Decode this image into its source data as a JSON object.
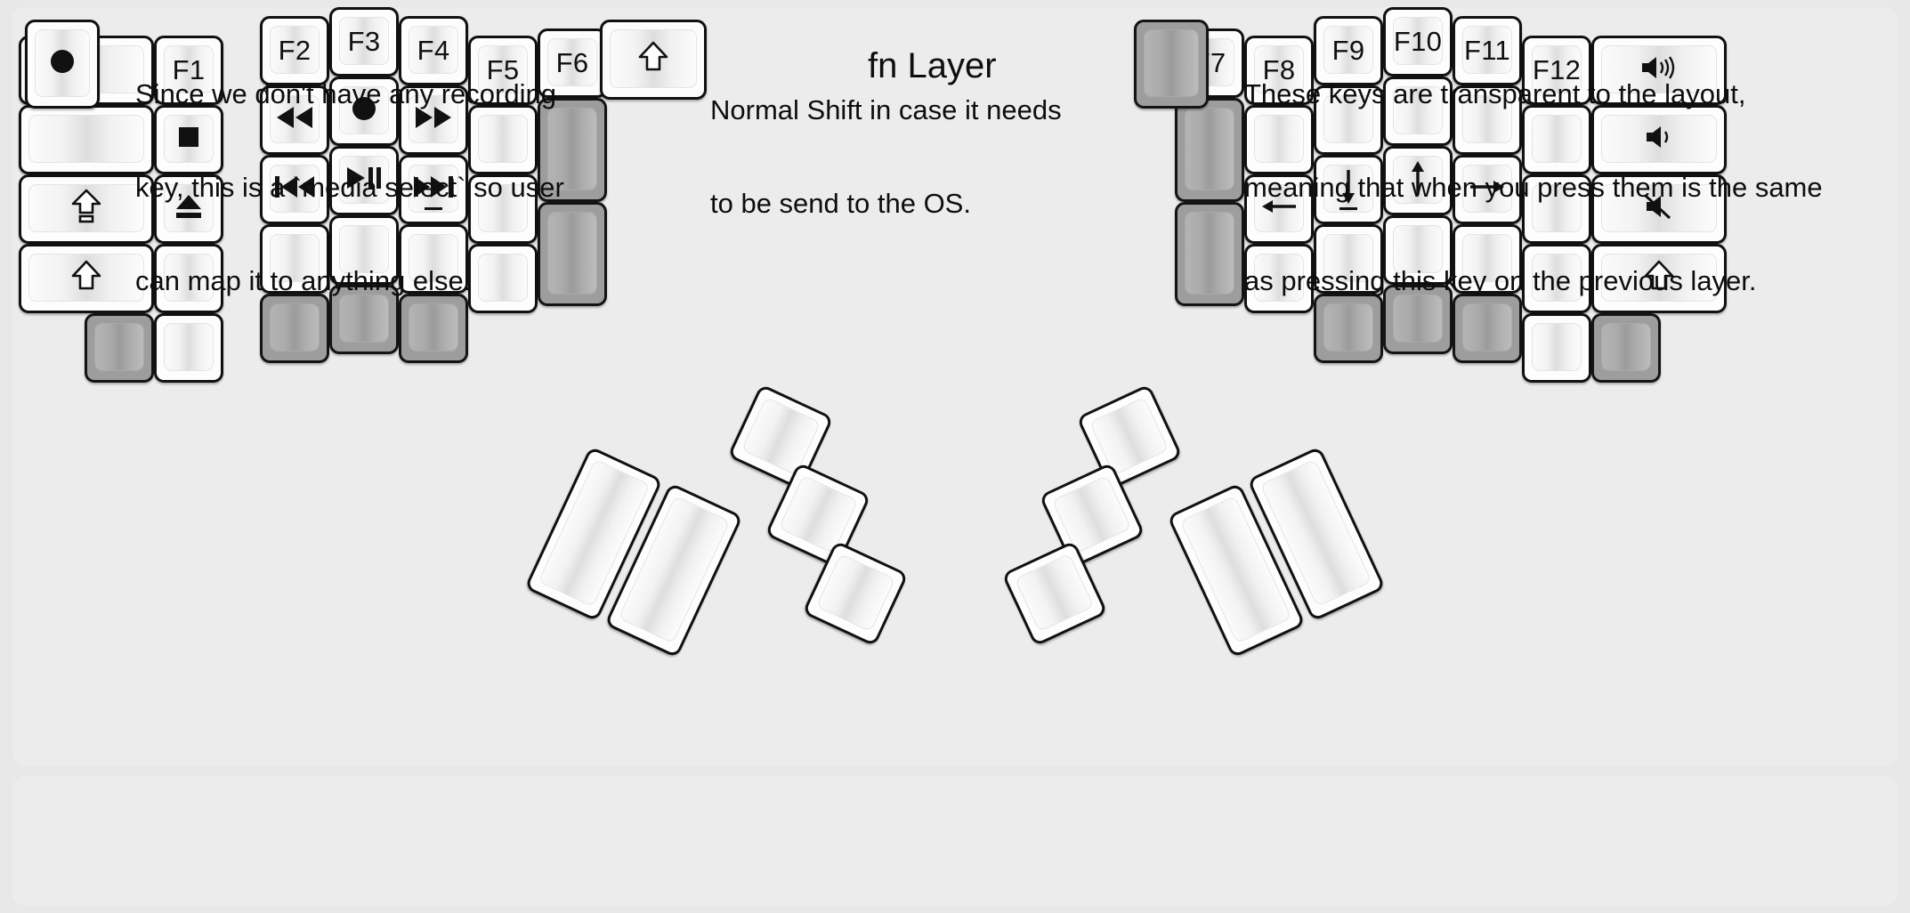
{
  "title": "fn Layer",
  "colors": {
    "page_background": "#e8e8e8",
    "panel_background": "#ececec",
    "key_face": "#fdfdfd",
    "key_border": "#111111",
    "transparent_key": "#9d9d9d",
    "label_text": "#111111"
  },
  "icons": {
    "stop": "stop-icon",
    "eject": "eject-icon",
    "caps_shift": "caps-lock-shift-icon",
    "shift": "shift-icon",
    "rewind": "rewind-icon",
    "record": "record-icon",
    "fast_forward": "fast-forward-icon",
    "prev_track": "previous-track-icon",
    "play_pause": "play-pause-icon",
    "next_track": "next-track-icon",
    "arrow_left": "arrow-left-icon",
    "arrow_down": "arrow-down-icon",
    "arrow_up": "arrow-up-icon",
    "arrow_right": "arrow-right-icon",
    "volume_up": "volume-up-icon",
    "volume_down": "volume-down-icon",
    "volume_mute": "volume-mute-icon"
  },
  "left_half": {
    "columns": [
      {
        "name": "pinky-outer",
        "keys": [
          {
            "label": "",
            "icon": "",
            "transparent": false
          },
          {
            "label": "",
            "icon": "",
            "transparent": false
          },
          {
            "label": "",
            "icon": "caps-lock-shift-icon",
            "transparent": false
          },
          {
            "label": "",
            "icon": "shift-icon",
            "transparent": false
          },
          {
            "label": "",
            "icon": "",
            "transparent": true
          }
        ]
      },
      {
        "name": "pinky",
        "keys": [
          {
            "label": "F1",
            "icon": "",
            "transparent": false
          },
          {
            "label": "",
            "icon": "stop-icon",
            "transparent": false
          },
          {
            "label": "",
            "icon": "eject-icon",
            "transparent": false
          },
          {
            "label": "",
            "icon": "",
            "transparent": false
          },
          {
            "label": "",
            "icon": "",
            "transparent": false
          }
        ]
      },
      {
        "name": "ring",
        "keys": [
          {
            "label": "F2",
            "icon": "",
            "transparent": false
          },
          {
            "label": "",
            "icon": "rewind-icon",
            "transparent": false
          },
          {
            "label": "",
            "icon": "previous-track-icon",
            "transparent": false
          },
          {
            "label": "",
            "icon": "",
            "transparent": false
          },
          {
            "label": "",
            "icon": "",
            "transparent": true
          }
        ]
      },
      {
        "name": "middle",
        "keys": [
          {
            "label": "F3",
            "icon": "",
            "transparent": false
          },
          {
            "label": "",
            "icon": "record-icon",
            "transparent": false
          },
          {
            "label": "",
            "icon": "play-pause-icon",
            "transparent": false
          },
          {
            "label": "",
            "icon": "",
            "transparent": false
          },
          {
            "label": "",
            "icon": "",
            "transparent": true
          }
        ]
      },
      {
        "name": "index",
        "keys": [
          {
            "label": "F4",
            "icon": "",
            "transparent": false
          },
          {
            "label": "",
            "icon": "fast-forward-icon",
            "transparent": false
          },
          {
            "label": "",
            "icon": "next-track-icon",
            "transparent": false
          },
          {
            "label": "",
            "icon": "",
            "transparent": false
          },
          {
            "label": "",
            "icon": "",
            "transparent": true
          }
        ]
      },
      {
        "name": "inner",
        "keys": [
          {
            "label": "F5",
            "icon": "",
            "transparent": false
          },
          {
            "label": "",
            "icon": "",
            "transparent": false
          },
          {
            "label": "",
            "icon": "",
            "transparent": false
          },
          {
            "label": "",
            "icon": "",
            "transparent": false
          }
        ]
      },
      {
        "name": "inner-extra",
        "keys": [
          {
            "label": "F6",
            "icon": "",
            "transparent": false
          },
          {
            "label": "",
            "icon": "",
            "transparent": true
          },
          {
            "label": "",
            "icon": "",
            "transparent": true
          }
        ]
      }
    ],
    "thumb_keys": [
      {
        "name": "thumb-big-outer",
        "label": "",
        "icon": "",
        "transparent": false
      },
      {
        "name": "thumb-big-inner",
        "label": "",
        "icon": "",
        "transparent": false
      },
      {
        "name": "thumb-top",
        "label": "",
        "icon": "",
        "transparent": false
      },
      {
        "name": "thumb-mid",
        "label": "",
        "icon": "",
        "transparent": false
      },
      {
        "name": "thumb-bottom",
        "label": "",
        "icon": "",
        "transparent": false
      }
    ]
  },
  "right_half": {
    "columns": [
      {
        "name": "inner-extra",
        "keys": [
          {
            "label": "F7",
            "icon": "",
            "transparent": false
          },
          {
            "label": "",
            "icon": "",
            "transparent": true
          },
          {
            "label": "",
            "icon": "",
            "transparent": true
          }
        ]
      },
      {
        "name": "inner",
        "keys": [
          {
            "label": "F8",
            "icon": "",
            "transparent": false
          },
          {
            "label": "",
            "icon": "",
            "transparent": false
          },
          {
            "label": "",
            "icon": "arrow-left-icon",
            "transparent": false
          },
          {
            "label": "",
            "icon": "",
            "transparent": false
          }
        ]
      },
      {
        "name": "index",
        "keys": [
          {
            "label": "F9",
            "icon": "",
            "transparent": false
          },
          {
            "label": "",
            "icon": "",
            "transparent": false
          },
          {
            "label": "",
            "icon": "arrow-down-icon",
            "transparent": false
          },
          {
            "label": "",
            "icon": "",
            "transparent": false
          },
          {
            "label": "",
            "icon": "",
            "transparent": true
          }
        ]
      },
      {
        "name": "middle",
        "keys": [
          {
            "label": "F10",
            "icon": "",
            "transparent": false
          },
          {
            "label": "",
            "icon": "",
            "transparent": false
          },
          {
            "label": "",
            "icon": "arrow-up-icon",
            "transparent": false
          },
          {
            "label": "",
            "icon": "",
            "transparent": false
          },
          {
            "label": "",
            "icon": "",
            "transparent": true
          }
        ]
      },
      {
        "name": "ring",
        "keys": [
          {
            "label": "F11",
            "icon": "",
            "transparent": false
          },
          {
            "label": "",
            "icon": "",
            "transparent": false
          },
          {
            "label": "",
            "icon": "arrow-right-icon",
            "transparent": false
          },
          {
            "label": "",
            "icon": "",
            "transparent": false
          },
          {
            "label": "",
            "icon": "",
            "transparent": true
          }
        ]
      },
      {
        "name": "pinky",
        "keys": [
          {
            "label": "F12",
            "icon": "",
            "transparent": false
          },
          {
            "label": "",
            "icon": "",
            "transparent": false
          },
          {
            "label": "",
            "icon": "",
            "transparent": false
          },
          {
            "label": "",
            "icon": "",
            "transparent": false
          },
          {
            "label": "",
            "icon": "",
            "transparent": false
          }
        ]
      },
      {
        "name": "pinky-outer",
        "keys": [
          {
            "label": "",
            "icon": "volume-up-icon",
            "transparent": false
          },
          {
            "label": "",
            "icon": "volume-down-icon",
            "transparent": false
          },
          {
            "label": "",
            "icon": "volume-mute-icon",
            "transparent": false
          },
          {
            "label": "",
            "icon": "shift-icon",
            "transparent": false
          },
          {
            "label": "",
            "icon": "",
            "transparent": true
          }
        ]
      }
    ],
    "thumb_keys": [
      {
        "name": "thumb-top",
        "label": "",
        "icon": "",
        "transparent": false
      },
      {
        "name": "thumb-mid",
        "label": "",
        "icon": "",
        "transparent": false
      },
      {
        "name": "thumb-bottom",
        "label": "",
        "icon": "",
        "transparent": false
      },
      {
        "name": "thumb-big-inner",
        "label": "",
        "icon": "",
        "transparent": false
      },
      {
        "name": "thumb-big-outer",
        "label": "",
        "icon": "",
        "transparent": false
      }
    ]
  },
  "legend": [
    {
      "key_icon": "record-icon",
      "key_transparent": false,
      "line1": "Since we don't have any recording",
      "line2": "key, this is a `media select` so user",
      "line3": "can map it to anything else."
    },
    {
      "key_icon": "shift-icon",
      "key_transparent": false,
      "line1": "Normal Shift in case it needs",
      "line2": "to be send to the OS.",
      "line3": ""
    },
    {
      "key_icon": "",
      "key_transparent": true,
      "line1": "These keys are transparent to the layout,",
      "line2": "meaning that when you press them is the same",
      "line3": "as pressing this key on the previous layer."
    }
  ]
}
